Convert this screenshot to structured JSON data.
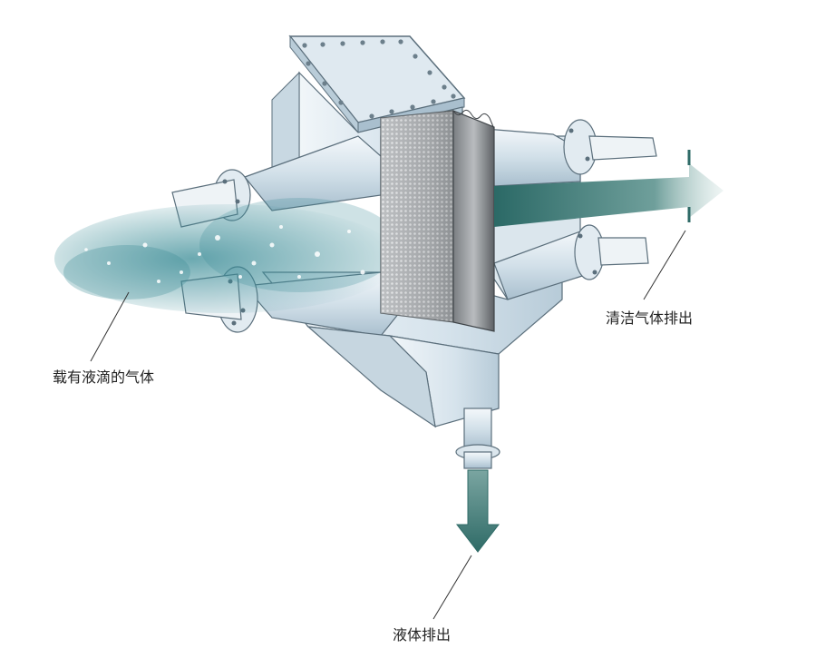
{
  "labels": {
    "inlet": "载有液滴的气体",
    "clean_gas": "清洁气体排出",
    "liquid": "液体排出"
  },
  "colors": {
    "vessel_light": "#e3edf3",
    "vessel_mid": "#c4d6e1",
    "vessel_dark": "#9fb6c6",
    "outline": "#5b6f7c",
    "mesh": "#8b8e91",
    "arrow": "#2f6b67",
    "droplet": "#3a8c96"
  },
  "icons": {
    "gas_flow": "gas-outlet-arrow",
    "liquid_flow": "liquid-outlet-arrow"
  }
}
